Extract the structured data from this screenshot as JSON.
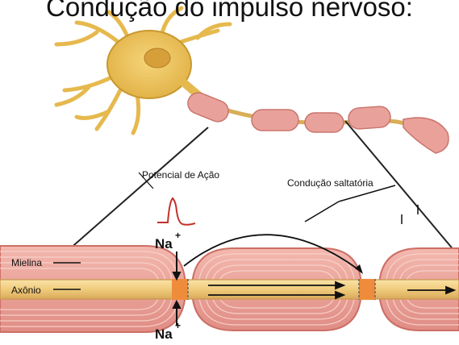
{
  "title": "Condução do impulso nervoso:",
  "labels": {
    "action_potential": "Potencial de Ação",
    "saltatory": "Condução saltatória",
    "myelin": "Mielina",
    "axon": "Axônio",
    "sodium": "Na",
    "sodium_charge": "+"
  },
  "colors": {
    "soma": "#eec24a",
    "soma_edge": "#b8892a",
    "myelin": "#e8a29a",
    "myelin_line": "#f7d0c8",
    "axon": "#f0cf86",
    "node": "#ee8a3a",
    "trace": "#c43028"
  }
}
